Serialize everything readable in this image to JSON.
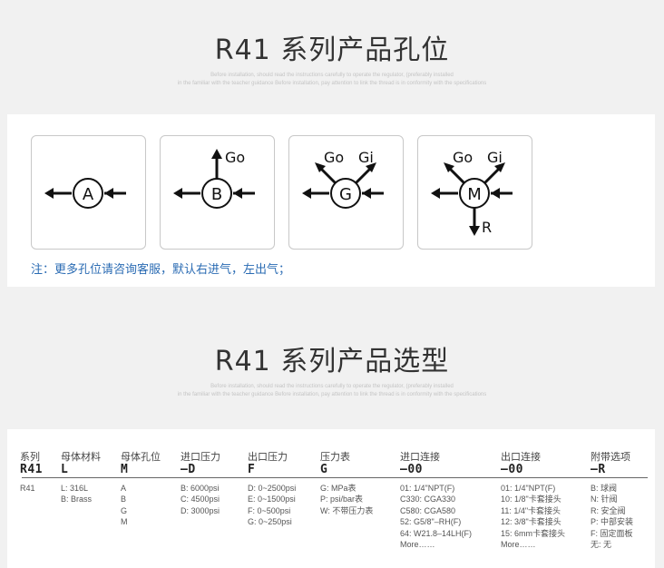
{
  "section1": {
    "title": "R41 系列产品孔位",
    "sub_line1": "Before installation, should read the instructions carefully to operate the regulator, (preferably installed",
    "sub_line2": "in the familiar with the teacher guidance Before installation, pay attention to link the thread is in conformity with the specifications"
  },
  "ports": [
    {
      "letter": "A",
      "labels": []
    },
    {
      "letter": "B",
      "labels": [
        "Go"
      ]
    },
    {
      "letter": "G",
      "labels": [
        "Go",
        "Gi"
      ]
    },
    {
      "letter": "M",
      "labels": [
        "Go",
        "Gi",
        "R"
      ]
    }
  ],
  "note": "注：更多孔位请咨询客服，默认右进气，左出气；",
  "section2": {
    "title": "R41 系列产品选型",
    "sub_line1": "Before installation, should read the instructions carefully to operate the regulator, (preferably installed",
    "sub_line2": "in the familiar with the teacher guidance Before installation, pay attention to link the thread is in conformity with the specifications"
  },
  "spec": {
    "columns": [
      {
        "header": "系列",
        "code": "R41",
        "items": [
          "R41"
        ]
      },
      {
        "header": "母体材料",
        "code": "L",
        "items": [
          "L: 316L",
          "B: Brass"
        ]
      },
      {
        "header": "母体孔位",
        "code": "M",
        "items": [
          "A",
          "B",
          "G",
          "M"
        ]
      },
      {
        "header": "进口压力",
        "code": "–D",
        "items": [
          "B: 6000psi",
          "C: 4500psi",
          "D: 3000psi"
        ]
      },
      {
        "header": "出口压力",
        "code": "F",
        "items": [
          "D: 0~2500psi",
          "E: 0~1500psi",
          "F: 0~500psi",
          "G: 0~250psi"
        ]
      },
      {
        "header": "压力表",
        "code": "G",
        "items": [
          "G: MPa表",
          "P: psi/bar表",
          "W: 不带压力表"
        ]
      },
      {
        "header": "进口连接",
        "code": "–00",
        "items": [
          "01: 1/4\"NPT(F)",
          "C330: CGA330",
          "C580: CGA580",
          "52: G5/8\"–RH(F)",
          "64: W21.8–14LH(F)",
          "More……"
        ]
      },
      {
        "header": "出口连接",
        "code": "–00",
        "items": [
          "01: 1/4\"NPT(F)",
          "10: 1/8\"卡套接头",
          "11: 1/4\"卡套接头",
          "12: 3/8\"卡套接头",
          "15: 6mm卡套接头",
          "More……"
        ]
      },
      {
        "header": "附带选项",
        "code": "–R",
        "items": [
          "B: 球阀",
          "N: 针阀",
          "R: 安全阀",
          "P: 中部安装",
          "F: 固定面板",
          "无: 无"
        ]
      }
    ]
  },
  "colors": {
    "note_blue": "#2a6bb3",
    "background": "#f1f1f1",
    "panel": "#ffffff"
  }
}
